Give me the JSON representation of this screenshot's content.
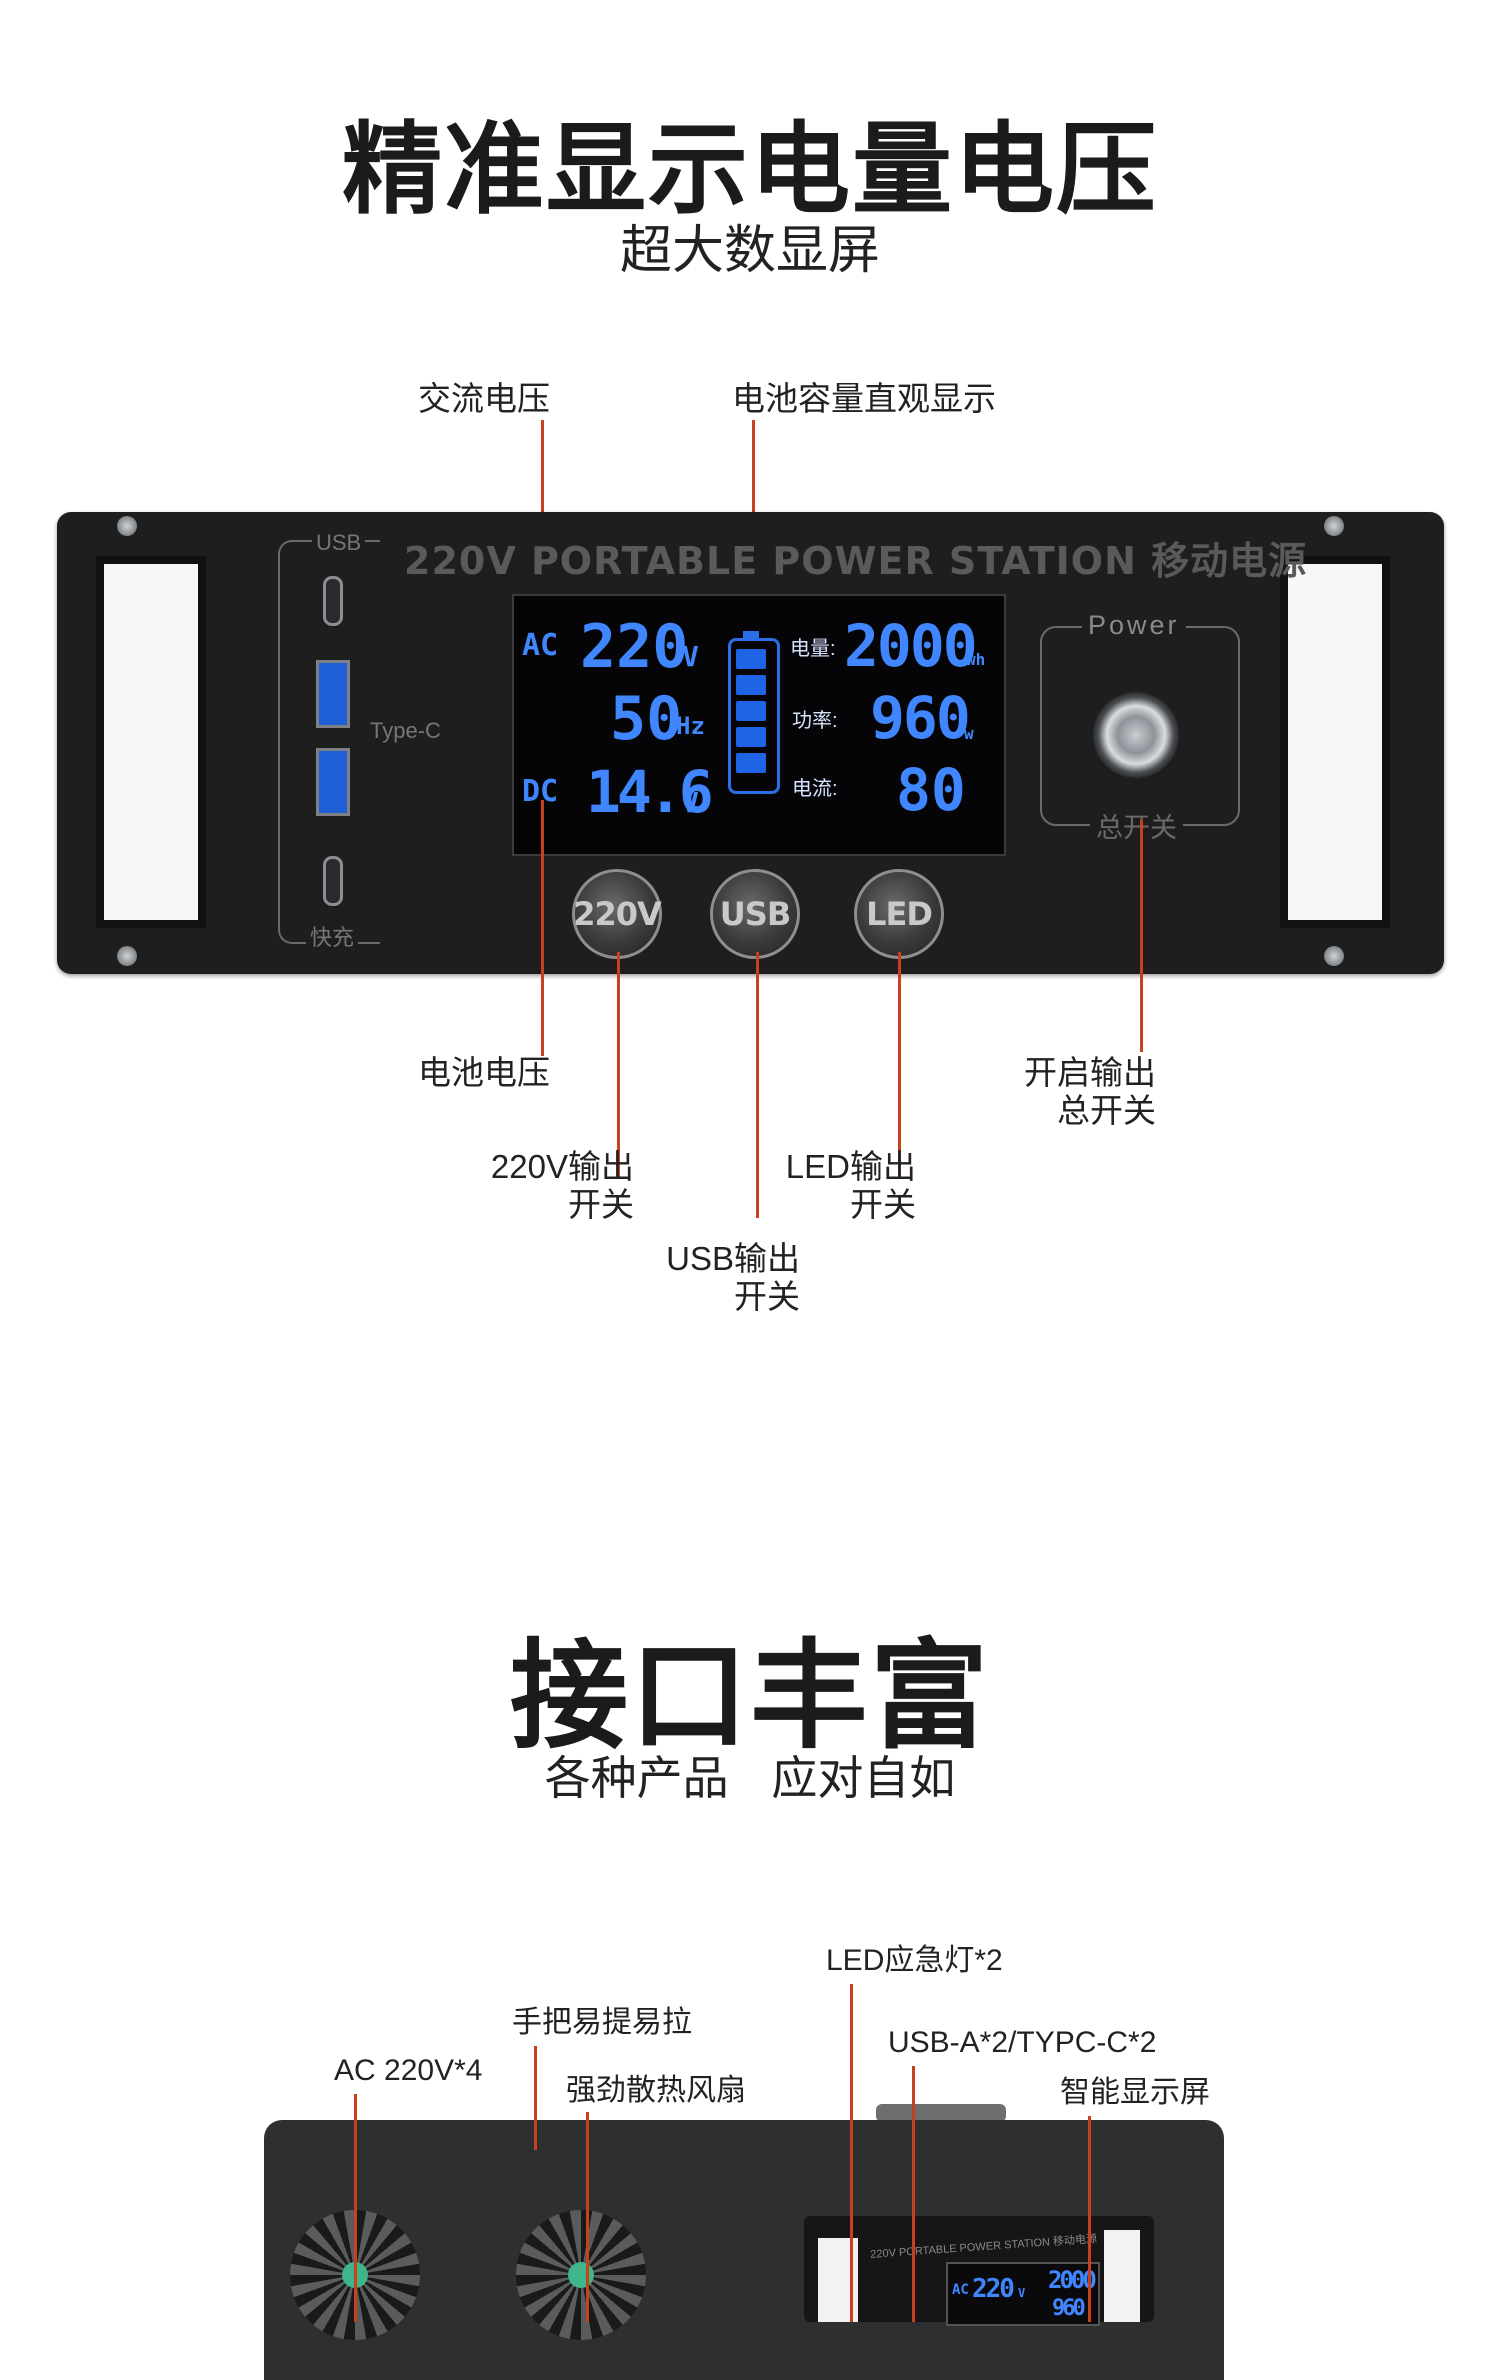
{
  "section1": {
    "title": "精准显示电量电压",
    "subtitle": "超大数显屏",
    "callouts": {
      "ac_voltage": "交流电压",
      "battery_capacity": "电池容量直观显示",
      "battery_voltage": "电池电压",
      "output_220v_line1": "220V输出",
      "output_220v_line2": "开关",
      "usb_output_line1": "USB输出",
      "usb_output_line2": "开关",
      "led_output_line1": "LED输出",
      "led_output_line2": "开关",
      "master_line1": "开启输出",
      "master_line2": "总开关"
    },
    "panel": {
      "title": "220V PORTABLE POWER STATION 移动电源",
      "usb_label": "USB",
      "typec_label": "Type-C",
      "fast_label": "快充",
      "power_label": "Power",
      "master_switch_label": "总开关",
      "buttons": [
        "220V",
        "USB",
        "LED"
      ],
      "lcd": {
        "ac_label": "AC",
        "dc_label": "DC",
        "ac_voltage": "220",
        "ac_voltage_unit": "V",
        "frequency": "50",
        "frequency_unit": "Hz",
        "dc_voltage": "14.6",
        "dc_voltage_unit": "V",
        "capacity_label": "电量:",
        "capacity": "2000",
        "capacity_unit": "wh",
        "power_label": "功率:",
        "power": "960",
        "power_unit": "w",
        "current_label": "电流:",
        "current": "80",
        "battery_level_bars": 5
      }
    }
  },
  "section2": {
    "title": "接口丰富",
    "subtitle": "各种产品 应对自如",
    "callouts": {
      "led_light": "LED应急灯*2",
      "handle": "手把易提易拉",
      "usb_ports": "USB-A*2/TYPC-C*2",
      "ac_outlets": "AC 220V*4",
      "fan": "强劲散热风扇",
      "display": "智能显示屏"
    },
    "device_lcd": {
      "ac_label": "AC",
      "ac_value": "220",
      "ac_unit": "V",
      "capacity": "2000",
      "power": "960",
      "title": "220V PORTABLE POWER STATION 移动电源"
    }
  },
  "colors": {
    "callout_line": "#c9401c",
    "lcd_digit": "#3f86ff",
    "panel": "#1e1e1f"
  }
}
